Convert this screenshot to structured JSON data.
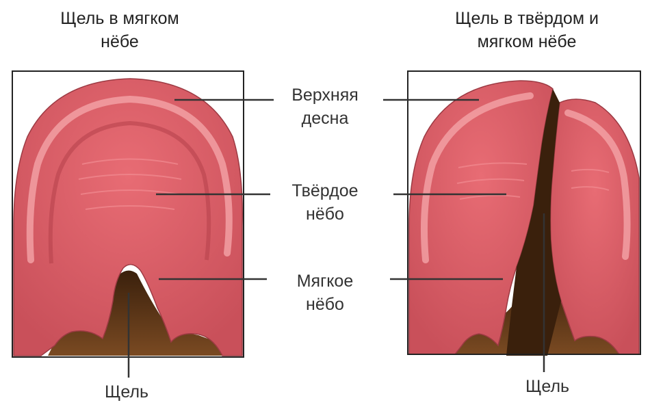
{
  "titles": {
    "left": [
      "Щель в мягком",
      "нёбе"
    ],
    "right": [
      "Щель в твёрдом и",
      "мягком нёбе"
    ]
  },
  "labels": {
    "upper_gum": [
      "Верхняя",
      "десна"
    ],
    "hard_palate": [
      "Твёрдое",
      "нёбо"
    ],
    "soft_palate": [
      "Мягкое",
      "нёбо"
    ],
    "cleft_left": "Щель",
    "cleft_right": "Щель"
  },
  "colors": {
    "tissue": "#e0606a",
    "tissue_light": "#f08a90",
    "tissue_dark": "#b8434d",
    "cavity": "#4a2a12",
    "frame": "#222222",
    "leader": "#333333"
  }
}
